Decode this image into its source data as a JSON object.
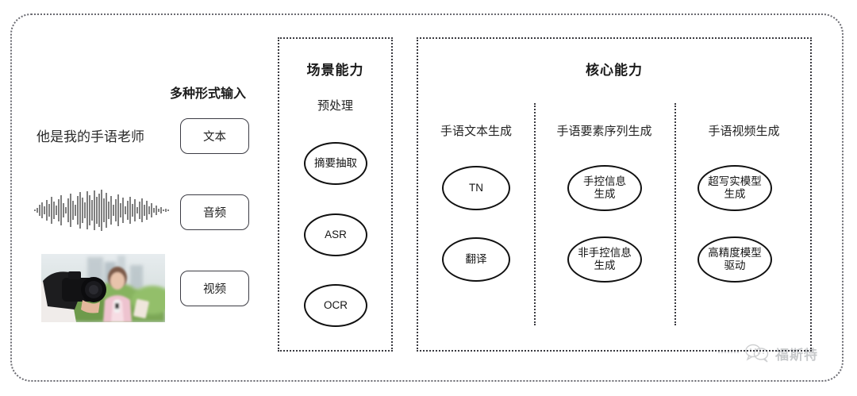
{
  "diagram": {
    "left_section": {
      "inputs_label": "多种形式输入",
      "sample_text": "他是我的手语老师",
      "modalities": [
        {
          "label": "文本",
          "icon": "text-icon"
        },
        {
          "label": "音频",
          "icon": "waveform-icon"
        },
        {
          "label": "视频",
          "icon": "video-thumbnail-icon"
        }
      ]
    },
    "scene_panel": {
      "title": "场景能力",
      "subtitle": "预处理",
      "nodes": [
        {
          "label": "摘要抽取"
        },
        {
          "label": "ASR"
        },
        {
          "label": "OCR"
        }
      ]
    },
    "core_panel": {
      "title": "核心能力",
      "columns": [
        {
          "header": "手语文本生成",
          "nodes": [
            {
              "label": "TN"
            },
            {
              "label": "翻译"
            }
          ]
        },
        {
          "header": "手语要素序列生成",
          "nodes": [
            {
              "label": "手控信息\n生成"
            },
            {
              "label": "非手控信息\n生成"
            }
          ]
        },
        {
          "header": "手语视频生成",
          "nodes": [
            {
              "label": "超写实模型\n生成"
            },
            {
              "label": "高精度模型\n驱动"
            }
          ]
        }
      ]
    },
    "watermark": {
      "text": "福斯特",
      "icon": "wechat-bubbles-icon"
    },
    "colors": {
      "frame": "#6b6b72",
      "panel_border": "#3a3a40",
      "node_border": "#101010",
      "text": "#1a1a1a",
      "background": "#ffffff"
    }
  }
}
